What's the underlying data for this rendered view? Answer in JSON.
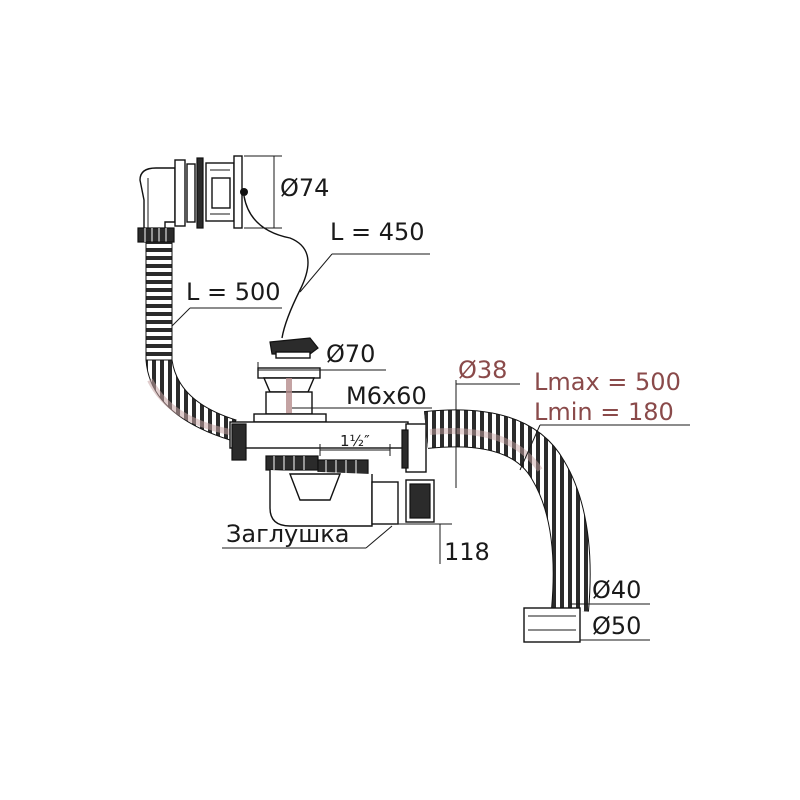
{
  "labels": {
    "overflow_diameter": "Ø74",
    "cable_length": "L = 450",
    "overflow_hose_length": "L = 500",
    "outlet_diameter": "Ø70",
    "screw_size": "M6x60",
    "thread_size": "1½″",
    "branch_diameter": "Ø38",
    "hose_lmax": "Lmax = 500",
    "hose_lmin": "Lmin = 180",
    "plug": "Заглушка",
    "height": "118",
    "hose_end_inner": "Ø40",
    "hose_end_outer": "Ø50"
  },
  "colors": {
    "line": "#111111",
    "fill": "#2b2b2b",
    "tint": "#8a4a4a"
  }
}
